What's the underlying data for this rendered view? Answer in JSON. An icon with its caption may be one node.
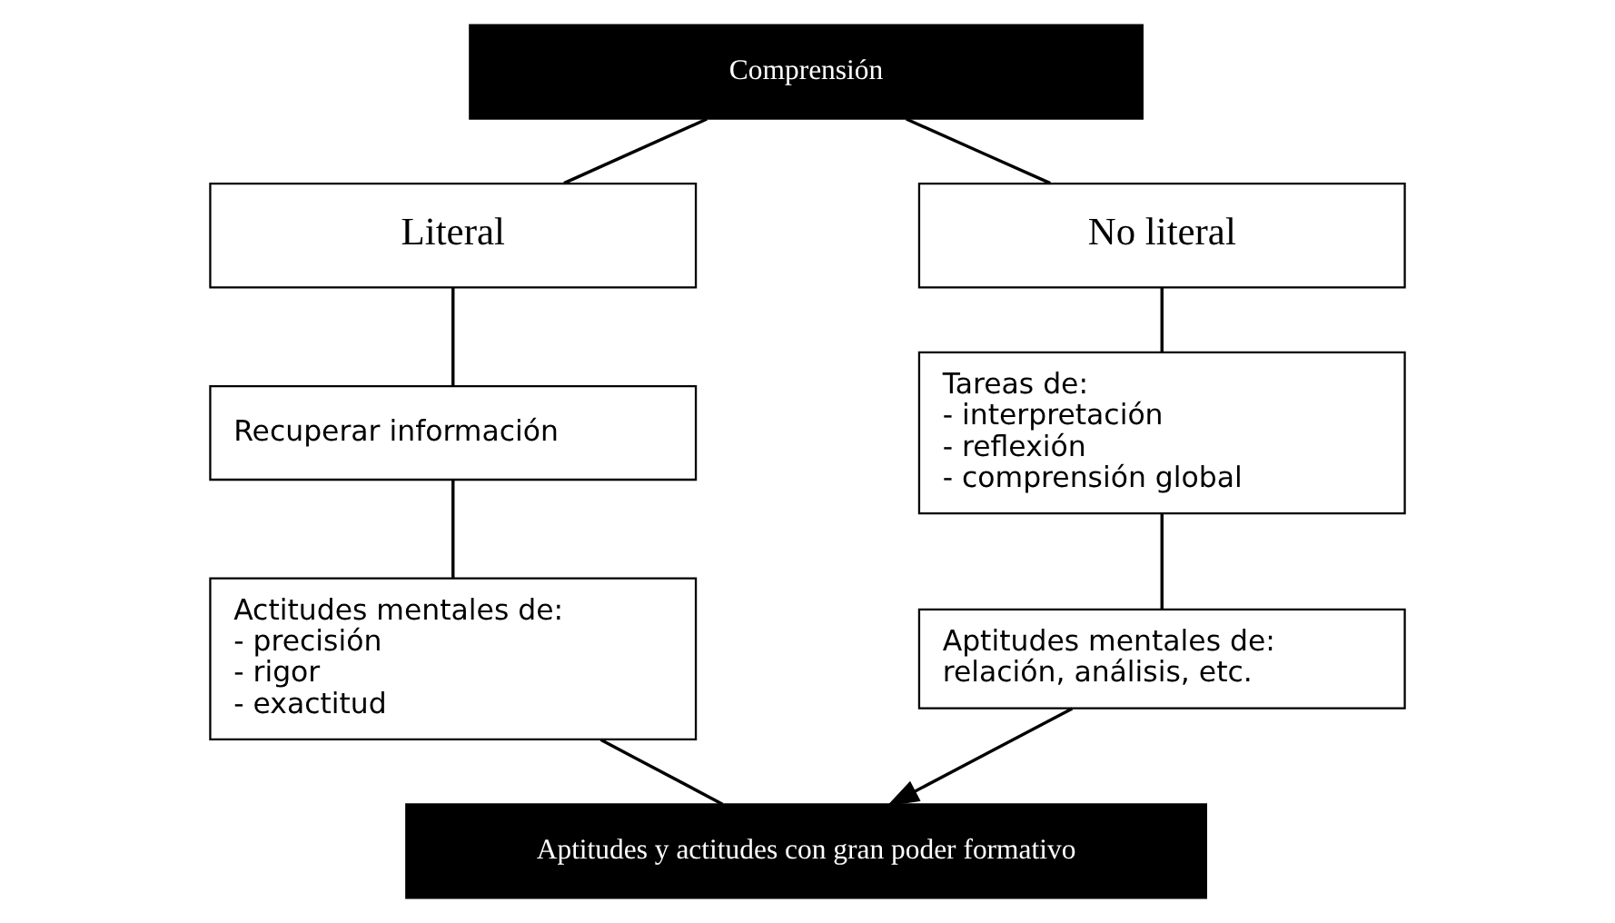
{
  "diagram": {
    "nodes": [
      {
        "text": [
          "Comprensión"
        ]
      },
      {
        "text": [
          "Literal"
        ]
      },
      {
        "text": [
          "No literal"
        ]
      },
      {
        "text": [
          "Recuperar información"
        ]
      },
      {
        "text": [
          "Actitudes mentales de:",
          "- precisión",
          "- rigor",
          "- exactitud"
        ]
      },
      {
        "text": [
          "Tareas de:",
          "- interpretación",
          "- reflexión",
          "- comprensión global"
        ]
      },
      {
        "text": [
          "Aptitudes mentales de:",
          "relación, análisis, etc."
        ]
      },
      {
        "text": [
          "Aptitudes y actitudes con gran poder formativo"
        ]
      }
    ],
    "edges": [
      {
        "from": 0,
        "to": 1,
        "arrow": "none"
      },
      {
        "from": 0,
        "to": 2,
        "arrow": "none"
      },
      {
        "from": 1,
        "to": 3,
        "arrow": "none"
      },
      {
        "from": 3,
        "to": 4,
        "arrow": "none"
      },
      {
        "from": 2,
        "to": 5,
        "arrow": "none"
      },
      {
        "from": 5,
        "to": 6,
        "arrow": "none"
      },
      {
        "from": 4,
        "to": 7,
        "arrow": "none"
      },
      {
        "from": 6,
        "to": 7,
        "arrow": "to"
      }
    ]
  }
}
